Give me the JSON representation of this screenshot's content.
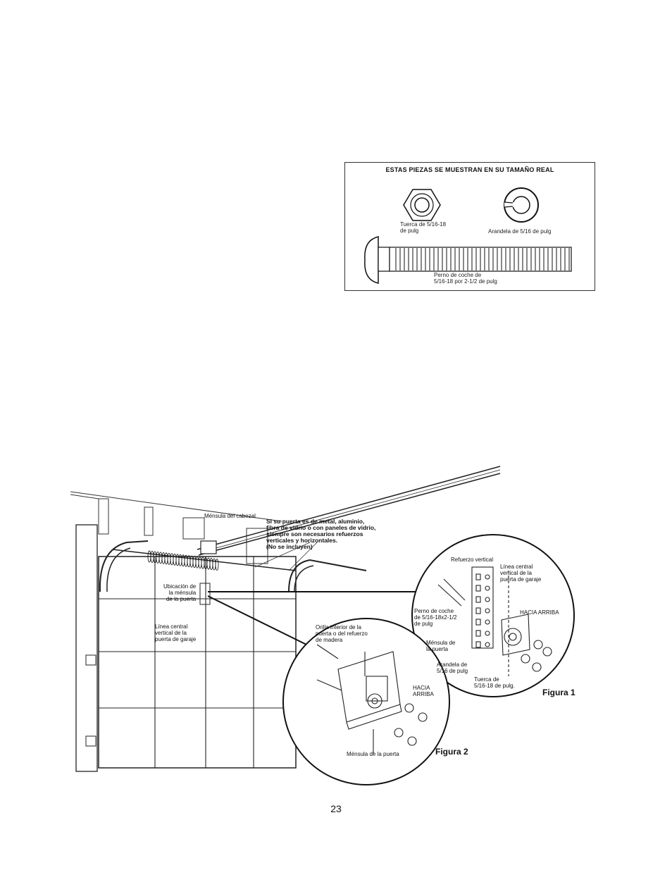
{
  "parts_box": {
    "title": "ESTAS PIEZAS SE MUESTRAN EN SU TAMAÑO REAL",
    "nut_label": "Tuerca de 5/16-18\nde pulg",
    "washer_label": "Arandela de 5/16 de pulg",
    "bolt_label": "Perno de coche de\n5/16-18 por 2-1/2 de pulg"
  },
  "figure": {
    "header_bracket": "Ménsula del cabezal",
    "reinforcement_note": "Si su puerta es de metal, aluminio,\nfibra de vidrio o con paneles de vidrio,\nsiempre son necesarios refuerzos\nverticales y horizontales.\n(No se incluyen)",
    "bracket_location": "Ubicación de\nla ménsula\nde la puerta",
    "center_line": "Línea central\nvertical de la\npuerta de garaje",
    "fig1": {
      "caption": "Figura 1",
      "vertical_reinforcement": "Refuerzo vertical",
      "center_line": "Línea central\nvertical de la\npuerta de garaje",
      "up": "HACIA ARRIBA",
      "carriage_bolt": "Perno de coche\nde 5/16-18x2-1/2\nde pulg",
      "door_bracket": "Ménsula de\nla puerta",
      "washer": "Arandela de\n5/16 de pulg",
      "nut": "Tuerca de\n5/16-18 de pulg."
    },
    "fig2": {
      "caption": "Figura 2",
      "inner_edge": "Orilla interior de la\npuerta o del refuerzo\nde madera",
      "up": "HACIA\nARRIBA",
      "door_bracket": "Ménsula de la puerta"
    }
  },
  "page_number": "23"
}
